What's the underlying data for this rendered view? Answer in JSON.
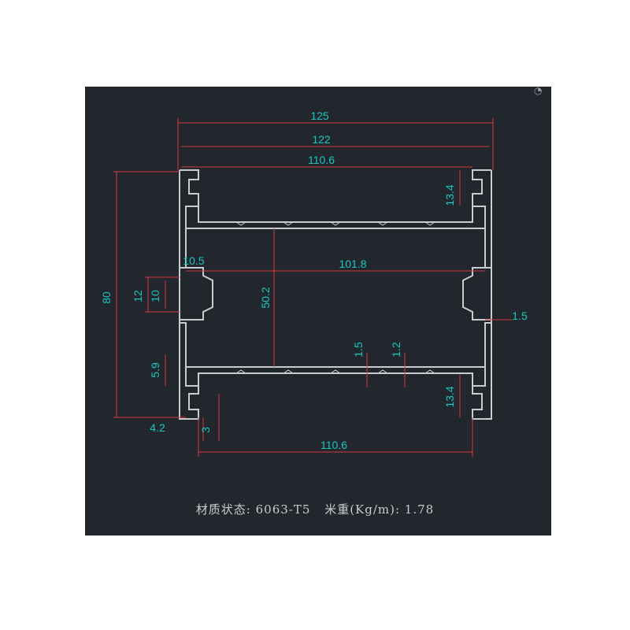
{
  "colors": {
    "background": "#22262d",
    "profile": "#c8ccd0",
    "dimension_line": "#d23a3a",
    "dimension_text": "#19c7c0"
  },
  "dimensions": {
    "overall_width": "125",
    "inner_width_122": "122",
    "top_span": "110.6",
    "bottom_span": "110.6",
    "height": "80",
    "middle_width": "101.8",
    "inner_height": "50.2",
    "left_offset": "10.5",
    "slot_outer": "12",
    "slot_inner": "10",
    "slot_depth_top": "13.4",
    "slot_depth_bottom": "13.4",
    "wall_thickness": "1.5",
    "rib_thickness": "1.5",
    "rib_thickness_b": "1.2",
    "lip_59": "5.9",
    "lip_42": "4.2",
    "lip_3": "3"
  },
  "caption": {
    "material_label": "材质状态: 6063-T5",
    "weight_label": "米重(Kg/m): 1.78"
  }
}
